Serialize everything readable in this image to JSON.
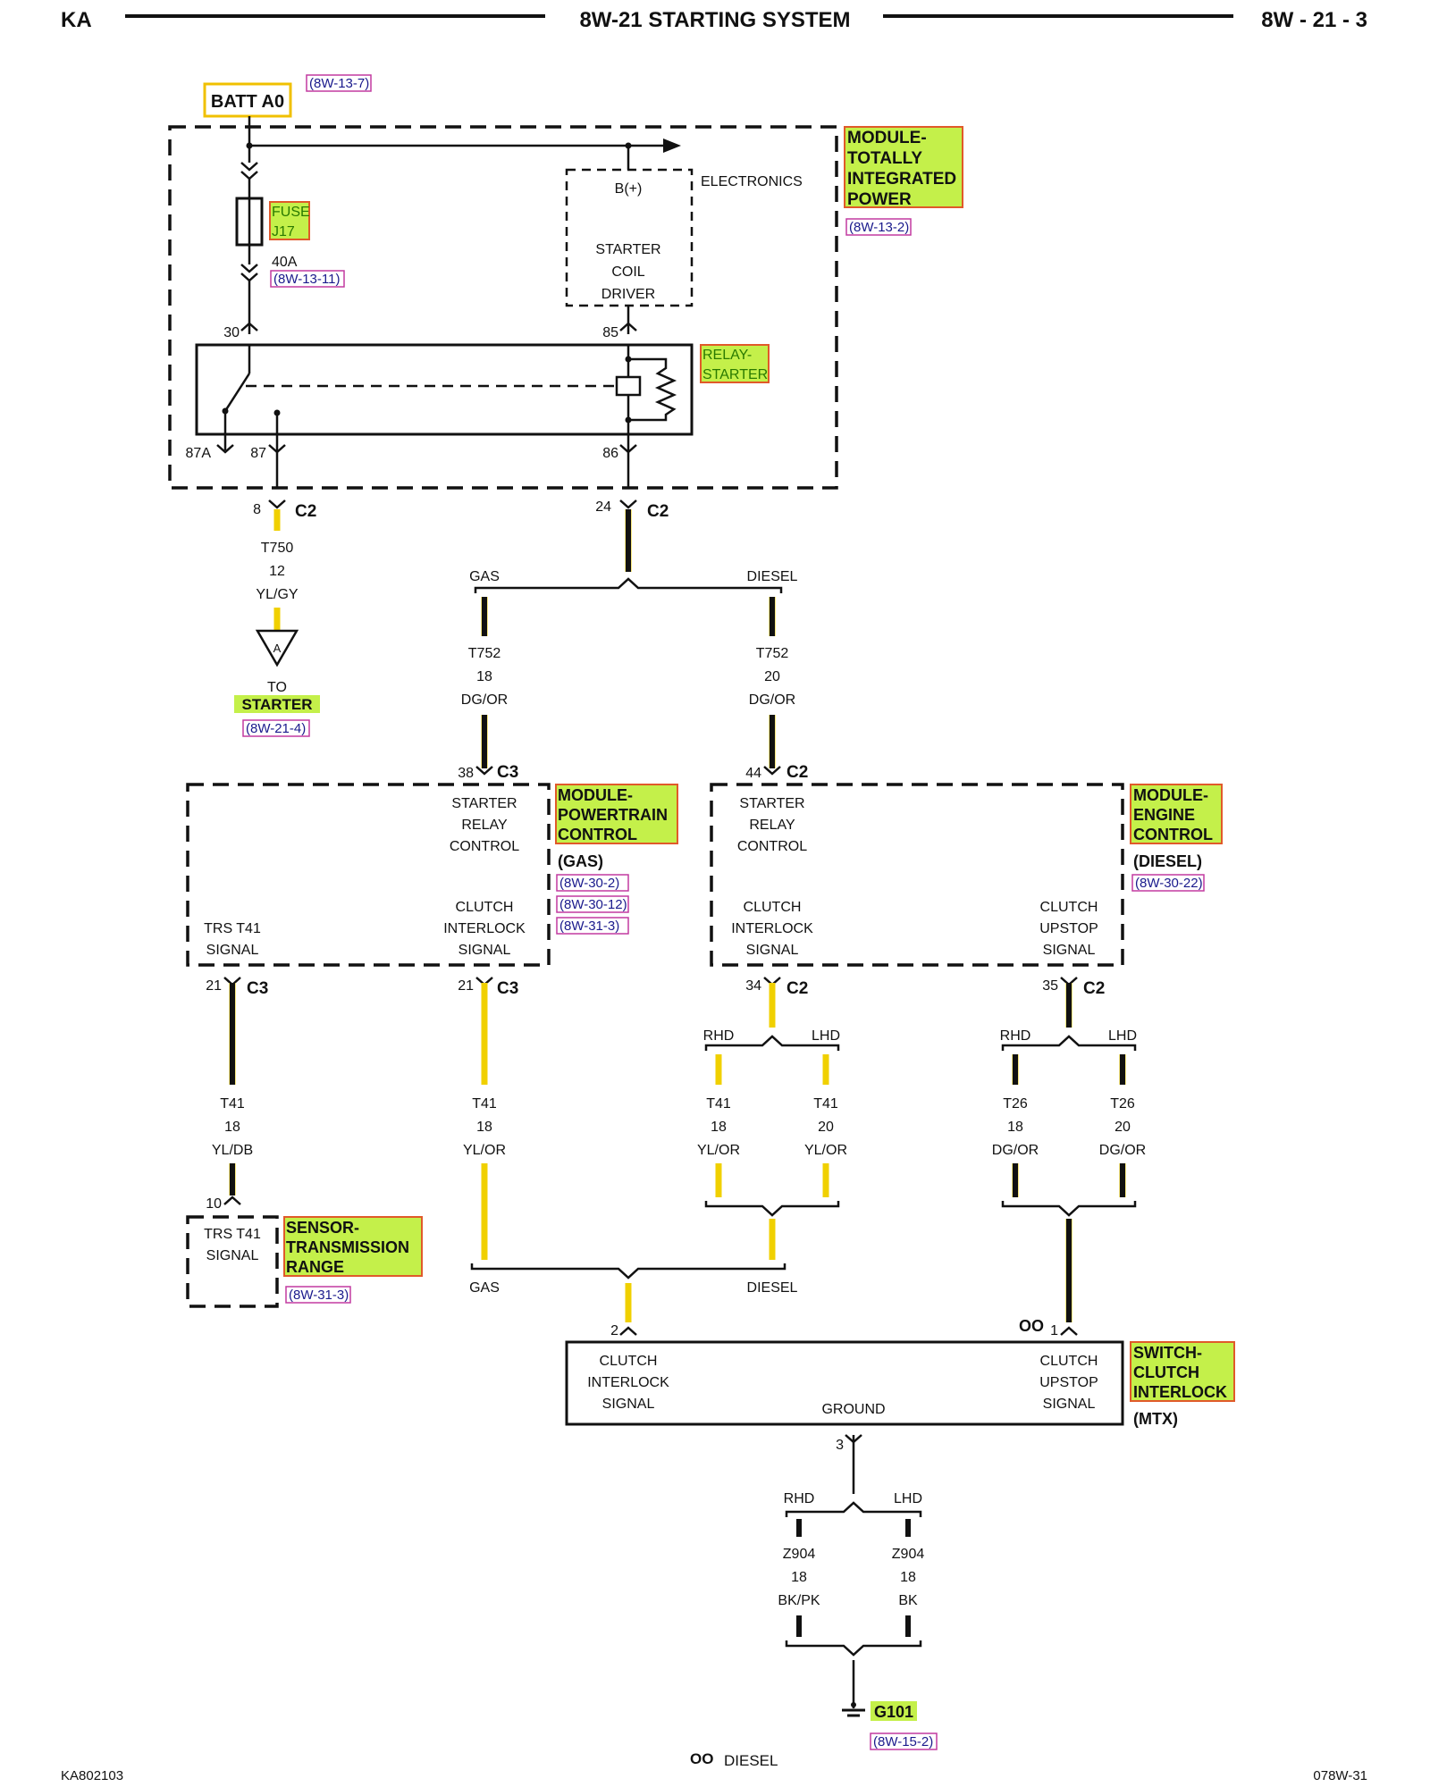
{
  "header": {
    "left": "KA",
    "title": "8W-21 STARTING SYSTEM",
    "right": "8W - 21 - 3"
  },
  "footer": {
    "left": "KA802103",
    "right": "078W-31",
    "legend_symbol": "OO",
    "legend_text": "DIESEL"
  },
  "batt": {
    "label": "BATT A0",
    "ref": "(8W-13-7)"
  },
  "tipm": {
    "name_lines": [
      "MODULE-",
      "TOTALLY",
      "INTEGRATED",
      "POWER"
    ],
    "ref": "(8W-13-2)",
    "electronics": "ELECTRONICS",
    "bplus": "B(+)",
    "driver_lines": [
      "STARTER",
      "COIL",
      "DRIVER"
    ],
    "fuse_lines": [
      "FUSE",
      "J17"
    ],
    "fuse_rating": "40A",
    "fuse_ref": "(8W-13-11)",
    "relay_lines": [
      "RELAY-",
      "STARTER"
    ],
    "pin30": "30",
    "pin85": "85",
    "pin87a": "87A",
    "pin87": "87",
    "pin86": "86"
  },
  "c2_8": {
    "pin": "8",
    "conn": "C2"
  },
  "c2_24": {
    "pin": "24",
    "conn": "C2"
  },
  "wire_t750": {
    "circuit": "T750",
    "gauge": "12",
    "color": "YL/GY"
  },
  "to_starter": {
    "symbol": "A",
    "to": "TO",
    "name": "STARTER",
    "ref": "(8W-21-4)"
  },
  "split1": {
    "left": "GAS",
    "right": "DIESEL"
  },
  "wire_t752_gas": {
    "circuit": "T752",
    "gauge": "18",
    "color": "DG/OR"
  },
  "wire_t752_diesel": {
    "circuit": "T752",
    "gauge": "20",
    "color": "DG/OR"
  },
  "pcm": {
    "pin38": "38",
    "conn38": "C3",
    "name_lines": [
      "MODULE-",
      "POWERTRAIN",
      "CONTROL"
    ],
    "variant": "(GAS)",
    "refs": [
      "(8W-30-2)",
      "(8W-30-12)",
      "(8W-31-3)"
    ],
    "relay_ctrl": [
      "STARTER",
      "RELAY",
      "CONTROL"
    ],
    "trs_lines": [
      "TRS T41",
      "SIGNAL"
    ],
    "clutch_lines": [
      "CLUTCH",
      "INTERLOCK",
      "SIGNAL"
    ]
  },
  "ecm": {
    "pin44": "44",
    "conn44": "C2",
    "name_lines": [
      "MODULE-",
      "ENGINE",
      "CONTROL"
    ],
    "variant": "(DIESEL)",
    "ref": "(8W-30-22)",
    "relay_ctrl": [
      "STARTER",
      "RELAY",
      "CONTROL"
    ],
    "clutch_lines": [
      "CLUTCH",
      "INTERLOCK",
      "SIGNAL"
    ],
    "upstop_lines": [
      "CLUTCH",
      "UPSTOP",
      "SIGNAL"
    ]
  },
  "pcm_pin21a": {
    "pin": "21",
    "conn": "C3"
  },
  "pcm_pin21b": {
    "pin": "21",
    "conn": "C3"
  },
  "ecm_pin34": {
    "pin": "34",
    "conn": "C2"
  },
  "ecm_pin35": {
    "pin": "35",
    "conn": "C2"
  },
  "split34": {
    "left": "RHD",
    "right": "LHD"
  },
  "split35": {
    "left": "RHD",
    "right": "LHD"
  },
  "wire_t41_ydb": {
    "circuit": "T41",
    "gauge": "18",
    "color": "YL/DB"
  },
  "wire_t41_yor_gas": {
    "circuit": "T41",
    "gauge": "18",
    "color": "YL/OR"
  },
  "wire_t41_rhd": {
    "circuit": "T41",
    "gauge": "18",
    "color": "YL/OR"
  },
  "wire_t41_lhd": {
    "circuit": "T41",
    "gauge": "20",
    "color": "YL/OR"
  },
  "wire_t26_rhd": {
    "circuit": "T26",
    "gauge": "18",
    "color": "DG/OR"
  },
  "wire_t26_lhd": {
    "circuit": "T26",
    "gauge": "20",
    "color": "DG/OR"
  },
  "sensor": {
    "pin": "10",
    "label_lines": [
      "TRS T41",
      "SIGNAL"
    ],
    "name_lines": [
      "SENSOR-",
      "TRANSMISSION",
      "RANGE"
    ],
    "ref": "(8W-31-3)"
  },
  "merge2": {
    "left": "GAS",
    "right": "DIESEL"
  },
  "switch": {
    "pin2": "2",
    "pin1": "1",
    "diesel_mark": "OO",
    "clutch_lines": [
      "CLUTCH",
      "INTERLOCK",
      "SIGNAL"
    ],
    "upstop_lines": [
      "CLUTCH",
      "UPSTOP",
      "SIGNAL"
    ],
    "ground": "GROUND",
    "name_lines": [
      "SWITCH-",
      "CLUTCH",
      "INTERLOCK"
    ],
    "variant": "(MTX)",
    "pin3": "3"
  },
  "split_gnd": {
    "left": "RHD",
    "right": "LHD"
  },
  "wire_z904_rhd": {
    "circuit": "Z904",
    "gauge": "18",
    "color": "BK/PK"
  },
  "wire_z904_lhd": {
    "circuit": "Z904",
    "gauge": "18",
    "color": "BK"
  },
  "ground_g101": {
    "name": "G101",
    "ref": "(8W-15-2)"
  }
}
